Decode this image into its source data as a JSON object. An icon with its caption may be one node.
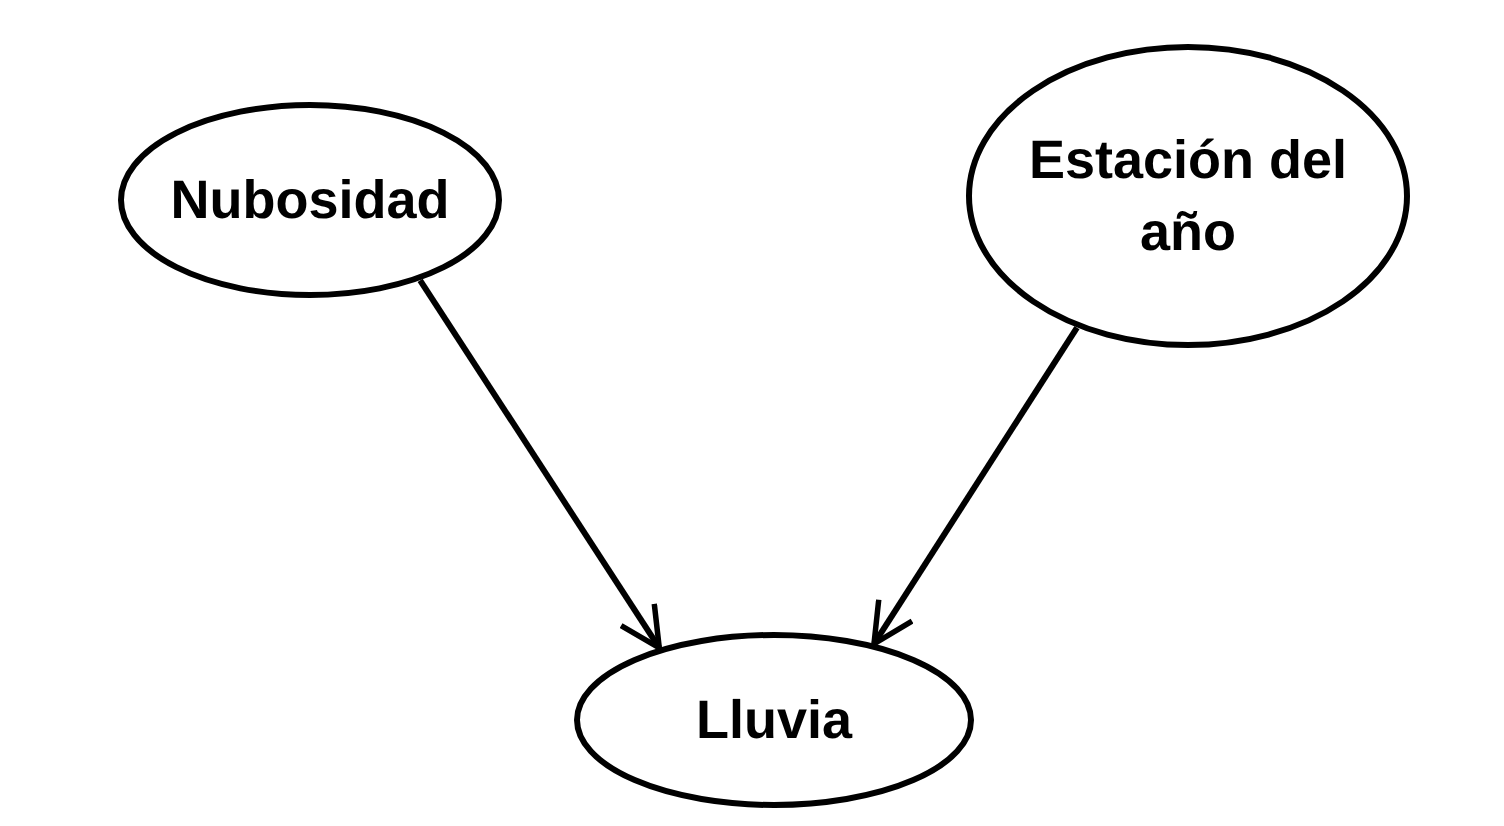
{
  "diagram": {
    "nodes": [
      {
        "text": [
          "Nubosidad"
        ]
      },
      {
        "text": [
          "Estación del año"
        ]
      },
      {
        "text": [
          "Lluvia"
        ]
      }
    ],
    "edges": [
      {
        "from": 0,
        "to": 2,
        "arrow": "to"
      },
      {
        "from": 1,
        "to": 2,
        "arrow": "to"
      }
    ]
  }
}
